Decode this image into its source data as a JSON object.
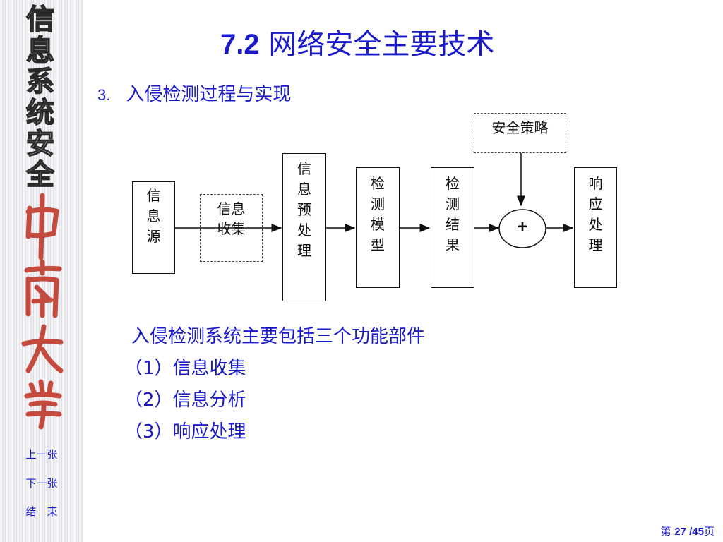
{
  "sidebar": {
    "title_chars": [
      "信",
      "息",
      "系",
      "统",
      "安",
      "全"
    ],
    "university_logo": "中南大學",
    "nav": [
      {
        "label": "上一张"
      },
      {
        "label": "下一张"
      },
      {
        "label": "结　束"
      }
    ]
  },
  "slide": {
    "title_num": "7.2",
    "title_text": " 网络安全主要技术",
    "subtitle_num": "3.",
    "subtitle_text": "入侵检测过程与实现"
  },
  "diagram": {
    "nodes": {
      "source": "信息源",
      "collect": "信息收集",
      "preprocess": "信息预处理",
      "model": "检测模型",
      "result": "检测结果",
      "combine": "+",
      "policy": "安全策略",
      "response": "响应处理"
    }
  },
  "body": {
    "lines": [
      "入侵检测系统主要包括三个功能部件",
      "（1）信息收集",
      "（2）信息分析",
      "（3）响应处理"
    ]
  },
  "footer": {
    "prefix": "第 ",
    "current": "27",
    "sep": " /",
    "total": "45",
    "suffix": "页"
  },
  "colors": {
    "heading": "#1a1ac8",
    "nav": "#1b1bd6",
    "logo": "#c0392b"
  }
}
